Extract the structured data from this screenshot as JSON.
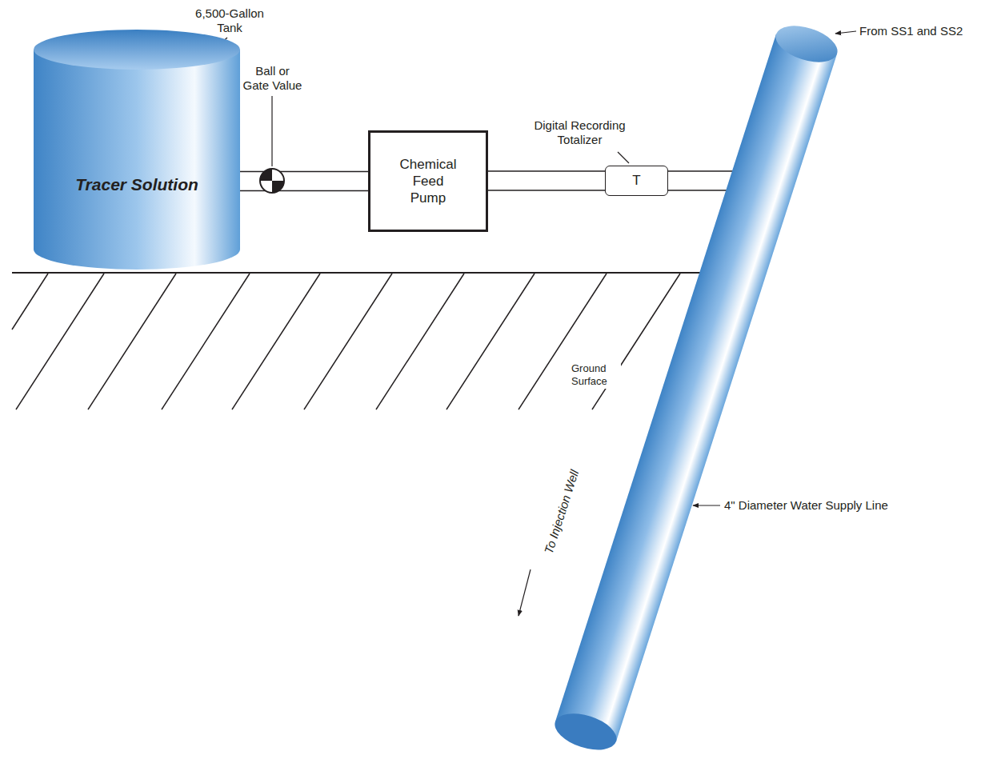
{
  "diagram": {
    "nodes": [
      {
        "text": [
          "Tracer Solution"
        ]
      },
      {
        "text": [
          "Chemical Feed Pump"
        ]
      },
      {
        "text": [
          "T"
        ]
      }
    ],
    "edges": [
      {
        "from": 0,
        "to": 1,
        "arrow": "none"
      },
      {
        "from": 1,
        "to": 2,
        "arrow": "none"
      }
    ],
    "labels": [
      "6,500-Gallon Tank",
      "Ball or Gate Value",
      "Digital Recording Totalizer",
      "From SS1 and SS2",
      "Ground Surface",
      "To Injection Well",
      "4\" Diameter Water Supply Line"
    ]
  }
}
